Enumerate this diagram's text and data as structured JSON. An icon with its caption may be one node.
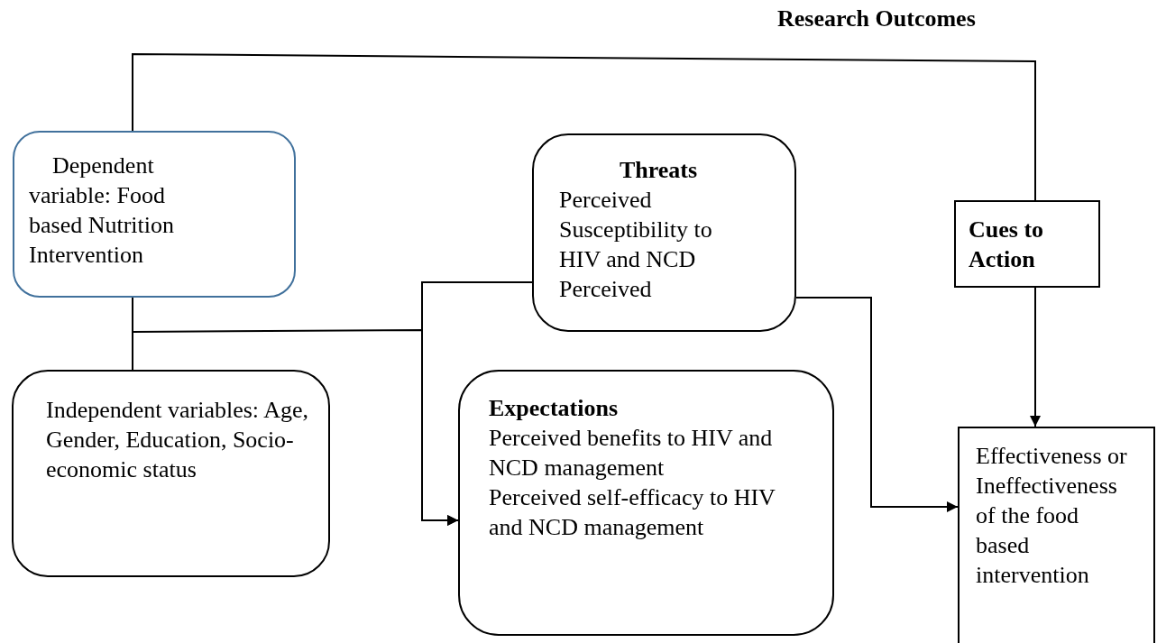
{
  "diagram": {
    "title": "Research Outcomes",
    "nodes": [
      {
        "text": [
          "Dependent variable: Food based Nutrition Intervention"
        ]
      },
      {
        "text": [
          "Threats",
          "Perceived Susceptibility to HIV and NCD",
          "Perceived"
        ]
      },
      {
        "text": [
          "Cues to Action"
        ]
      },
      {
        "text": [
          "Independent variables: Age, Gender, Education, Socio-economic status"
        ]
      },
      {
        "text": [
          "Expectations",
          "Perceived benefits to HIV and NCD management",
          "Perceived self-efficacy to HIV and NCD management"
        ]
      },
      {
        "text": [
          "Effectiveness or Ineffectiveness of the food based intervention"
        ]
      }
    ],
    "edges": [
      {
        "from": 0,
        "to": 2,
        "arrow": "none"
      },
      {
        "from": 0,
        "to": 3,
        "arrow": "none"
      },
      {
        "from": 3,
        "to": 4,
        "arrow": "to"
      },
      {
        "from": 1,
        "to": 4,
        "arrow": "to"
      },
      {
        "from": 1,
        "to": 5,
        "arrow": "to"
      },
      {
        "from": 2,
        "to": 5,
        "arrow": "to"
      }
    ]
  }
}
